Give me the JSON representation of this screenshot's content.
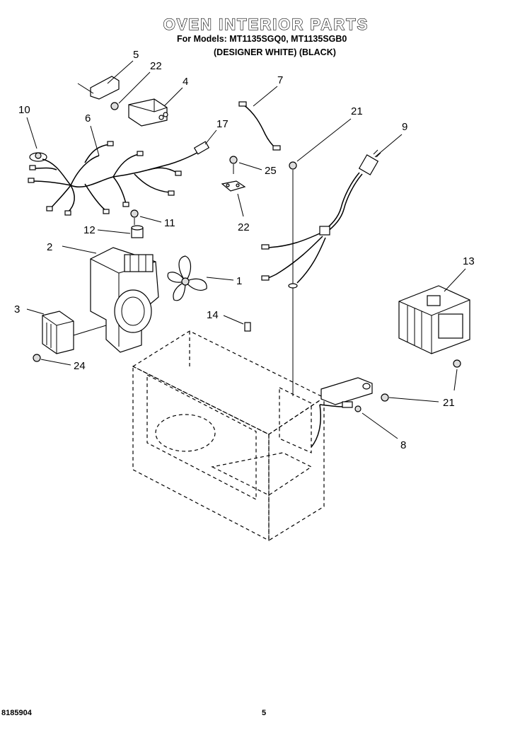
{
  "header": {
    "title": "OVEN INTERIOR PARTS",
    "models_line": "For Models: MT1135SGQ0, MT1135SGB0",
    "colors_line": "(DESIGNER WHITE)  (BLACK)"
  },
  "callouts": [
    "5",
    "22",
    "4",
    "7",
    "10",
    "6",
    "17",
    "21",
    "9",
    "25",
    "22",
    "11",
    "12",
    "2",
    "1",
    "13",
    "3",
    "14",
    "24",
    "21",
    "8"
  ],
  "footer": {
    "doc_number": "8185904",
    "page_number": "5"
  }
}
